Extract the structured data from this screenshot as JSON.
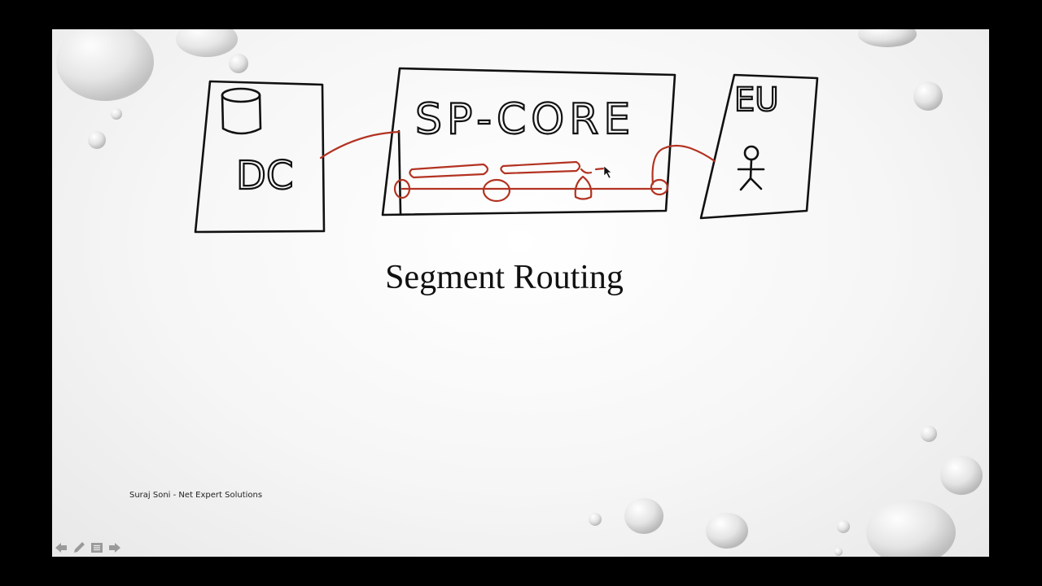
{
  "slide": {
    "title": "Segment Routing",
    "footer": "Suraj Soni - Net Expert Solutions",
    "sketch_labels": {
      "dc": "DC",
      "core": "SP-CORE",
      "eu": "EU"
    }
  },
  "colors": {
    "ink": "#111111",
    "annotation": "#b33322",
    "letterbox": "#000000"
  },
  "controls": [
    {
      "name": "previous-icon"
    },
    {
      "name": "pen-icon"
    },
    {
      "name": "menu-icon"
    },
    {
      "name": "next-icon"
    }
  ]
}
